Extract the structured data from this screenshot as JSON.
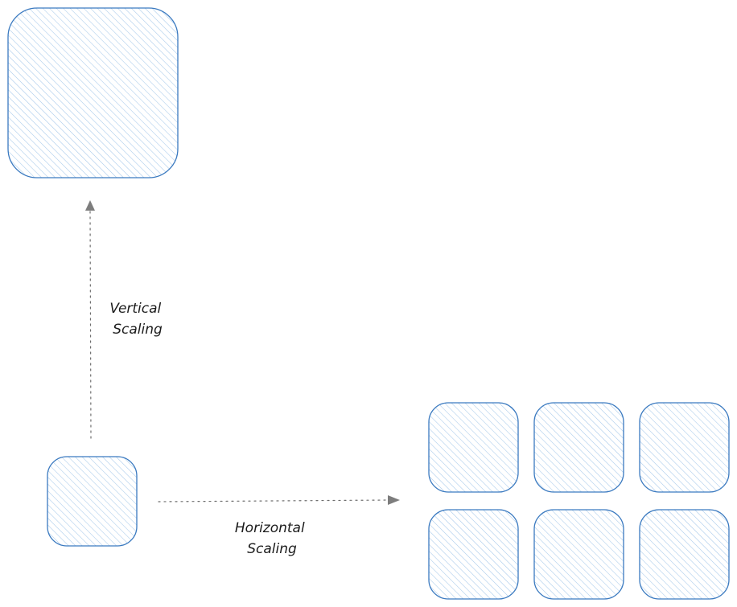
{
  "colors": {
    "box_stroke": "#3b7ac0",
    "box_hatch": "#a5c8ea",
    "arrow": "#6e6e6e",
    "arrow_head": "#7d7d7d",
    "label": "#1b1b1b"
  },
  "labels": {
    "vertical": [
      "Vertical",
      "Scaling"
    ],
    "horizontal": [
      "Horizontal",
      "Scaling"
    ]
  }
}
